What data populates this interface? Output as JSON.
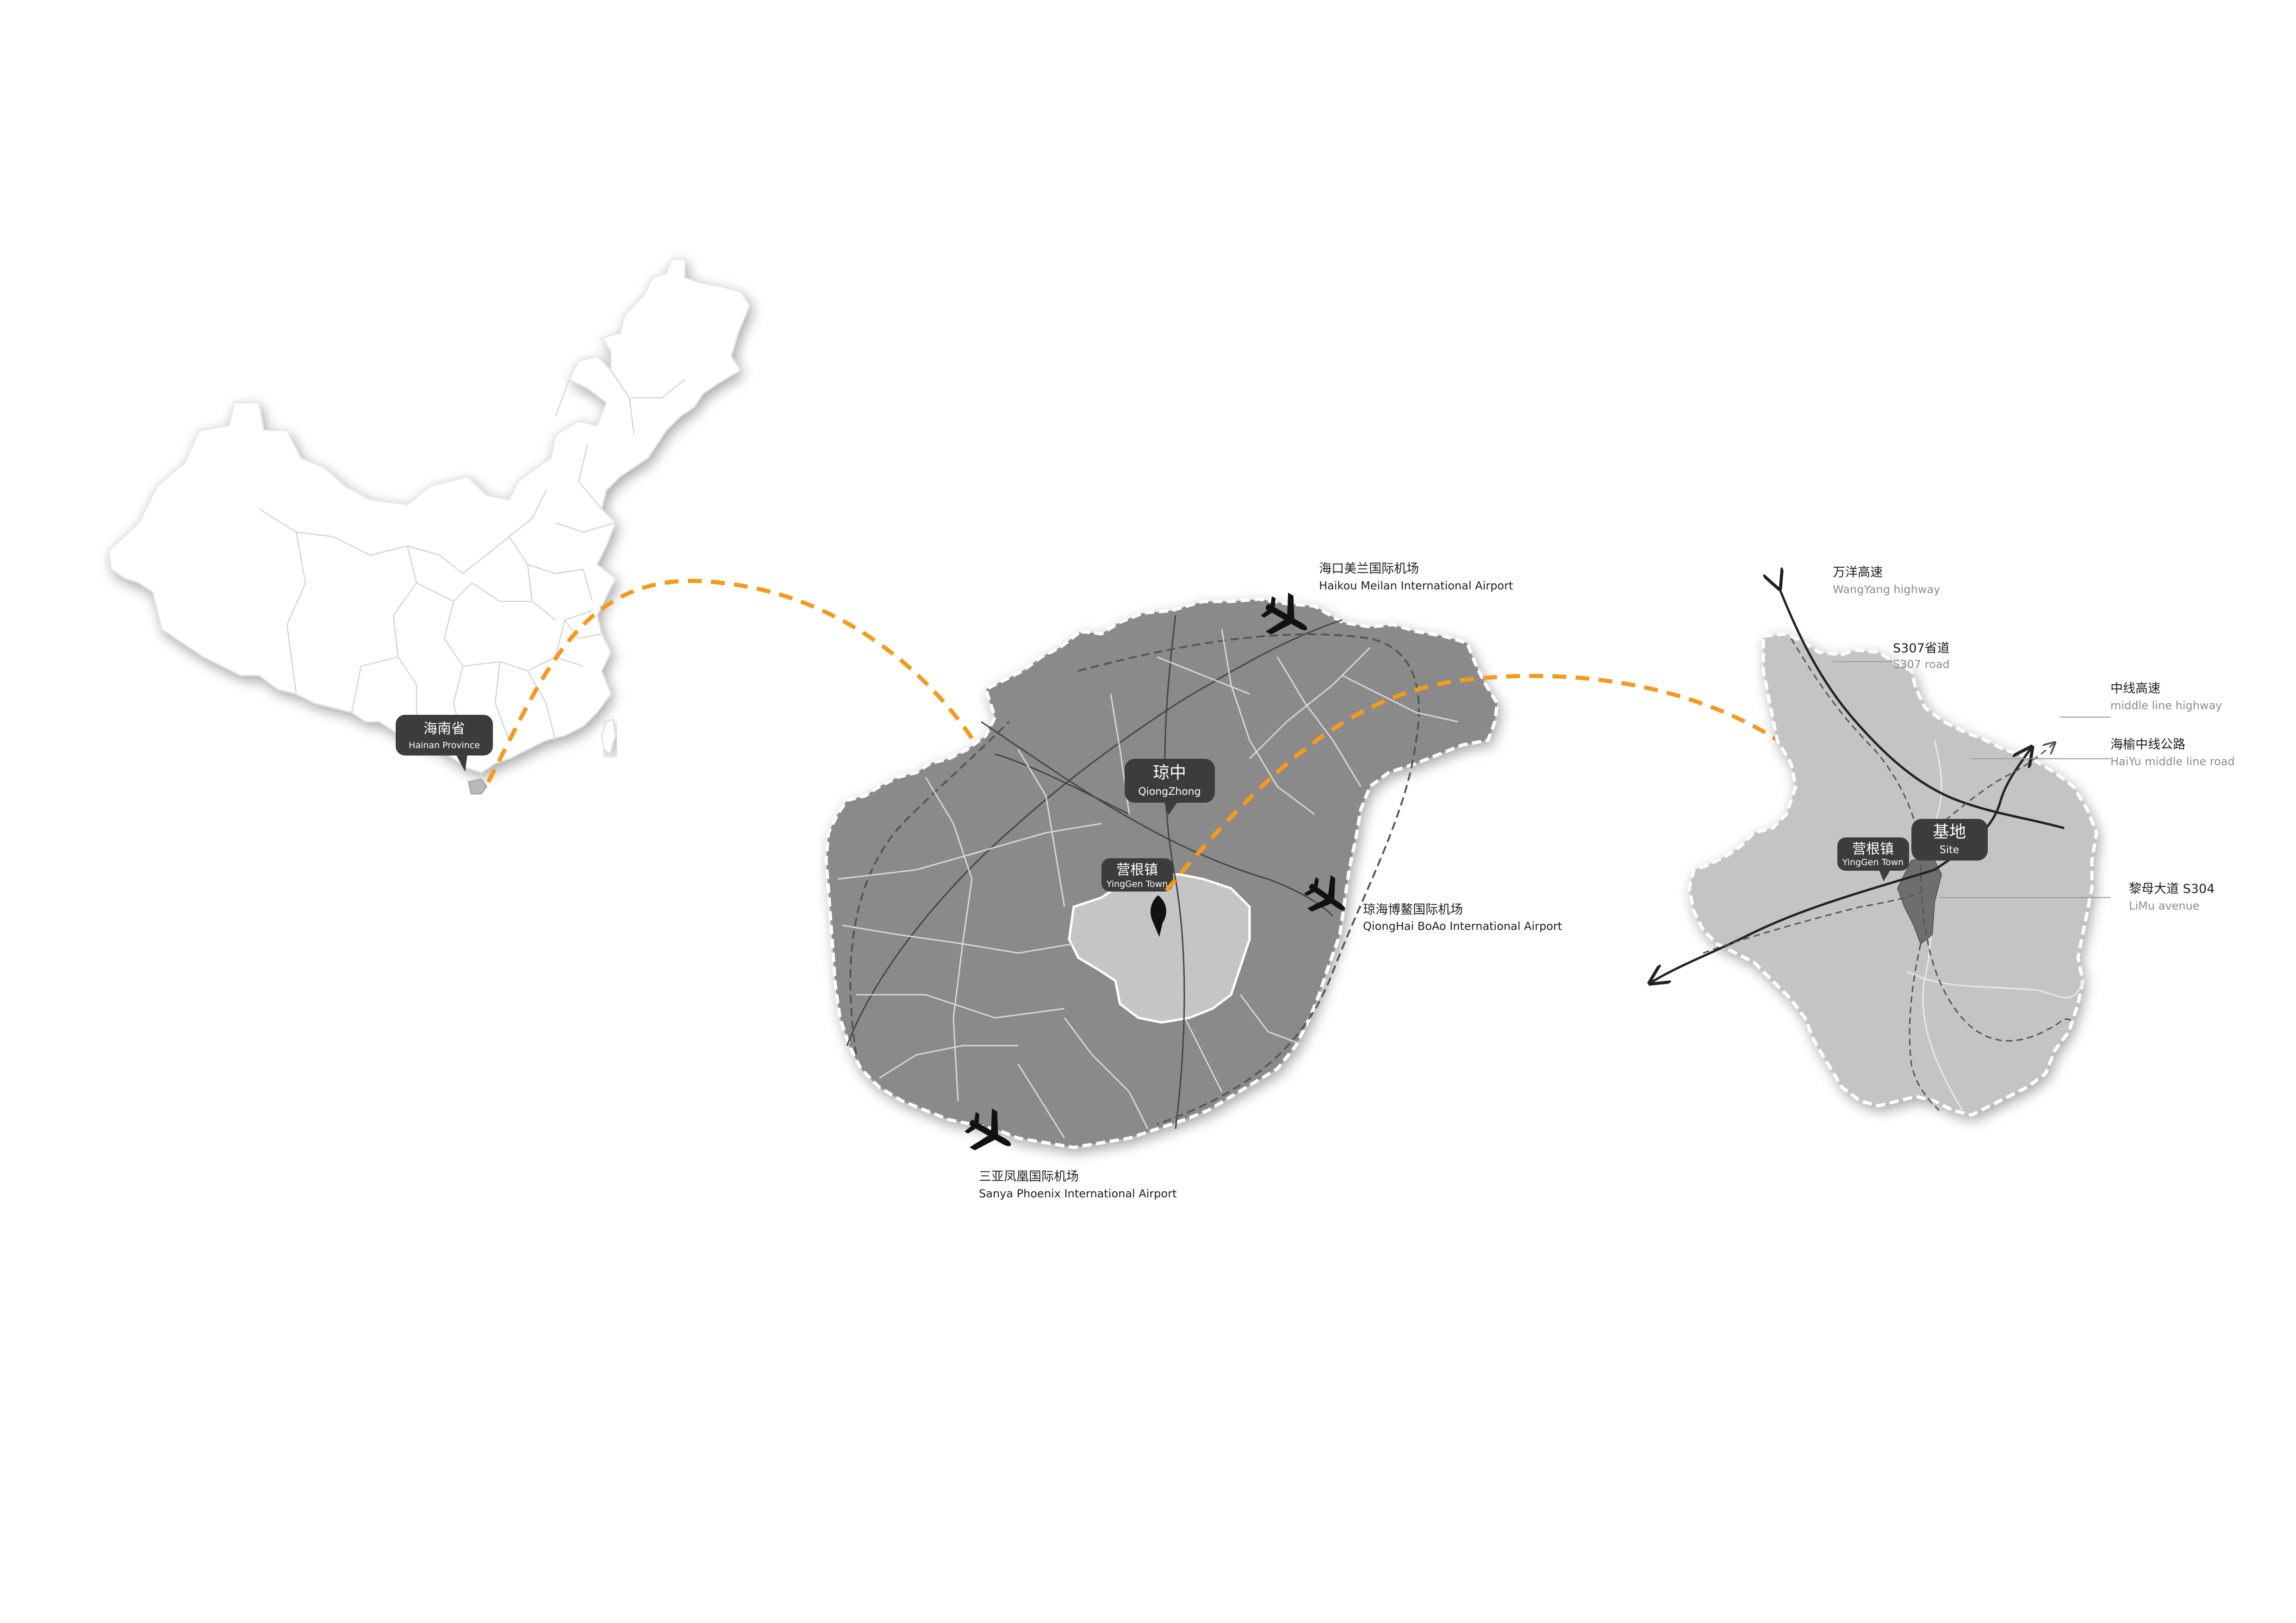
{
  "colors": {
    "background": "#ffffff",
    "china_fill": "#ffffff",
    "china_border": "#d4d4d4",
    "island_fill": "#8a8a8b",
    "county_fill": "#c5c5c6",
    "site_region_fill": "#c4c4c5",
    "route_orange": "#f39a1f",
    "bubble_fill": "#3c3c3c",
    "airplane": "#111111"
  },
  "icons": {
    "airport": "airplane-icon",
    "site": "map-pin-icon"
  },
  "china_map": {
    "label_cn": "海南省",
    "label_en": "Hainan Province"
  },
  "hainan_map": {
    "qiongzhong": {
      "cn": "琼中",
      "en": "QiongZhong"
    },
    "yinggen": {
      "cn": "营根镇",
      "en": "YingGen Town"
    },
    "airports": [
      {
        "cn": "海口美兰国际机场",
        "en": "Haikou Meilan International Airport"
      },
      {
        "cn": "琼海博鳌国际机场",
        "en": "QiongHai BoAo International Airport"
      },
      {
        "cn": "三亚凤凰国际机场",
        "en": "Sanya Phoenix International Airport"
      }
    ]
  },
  "site_map": {
    "site": {
      "cn": "基地",
      "en": "Site"
    },
    "yinggen": {
      "cn": "营根镇",
      "en": "YingGen Town"
    },
    "roads": [
      {
        "cn": "万洋高速",
        "en": "WangYang highway"
      },
      {
        "cn": "S307省道",
        "en": "S307 road"
      },
      {
        "cn": "中线高速",
        "en": "middle line highway"
      },
      {
        "cn": "海榆中线公路",
        "en": "HaiYu middle line road"
      },
      {
        "cn": "黎母大道  S304",
        "en": "LiMu avenue"
      }
    ]
  }
}
